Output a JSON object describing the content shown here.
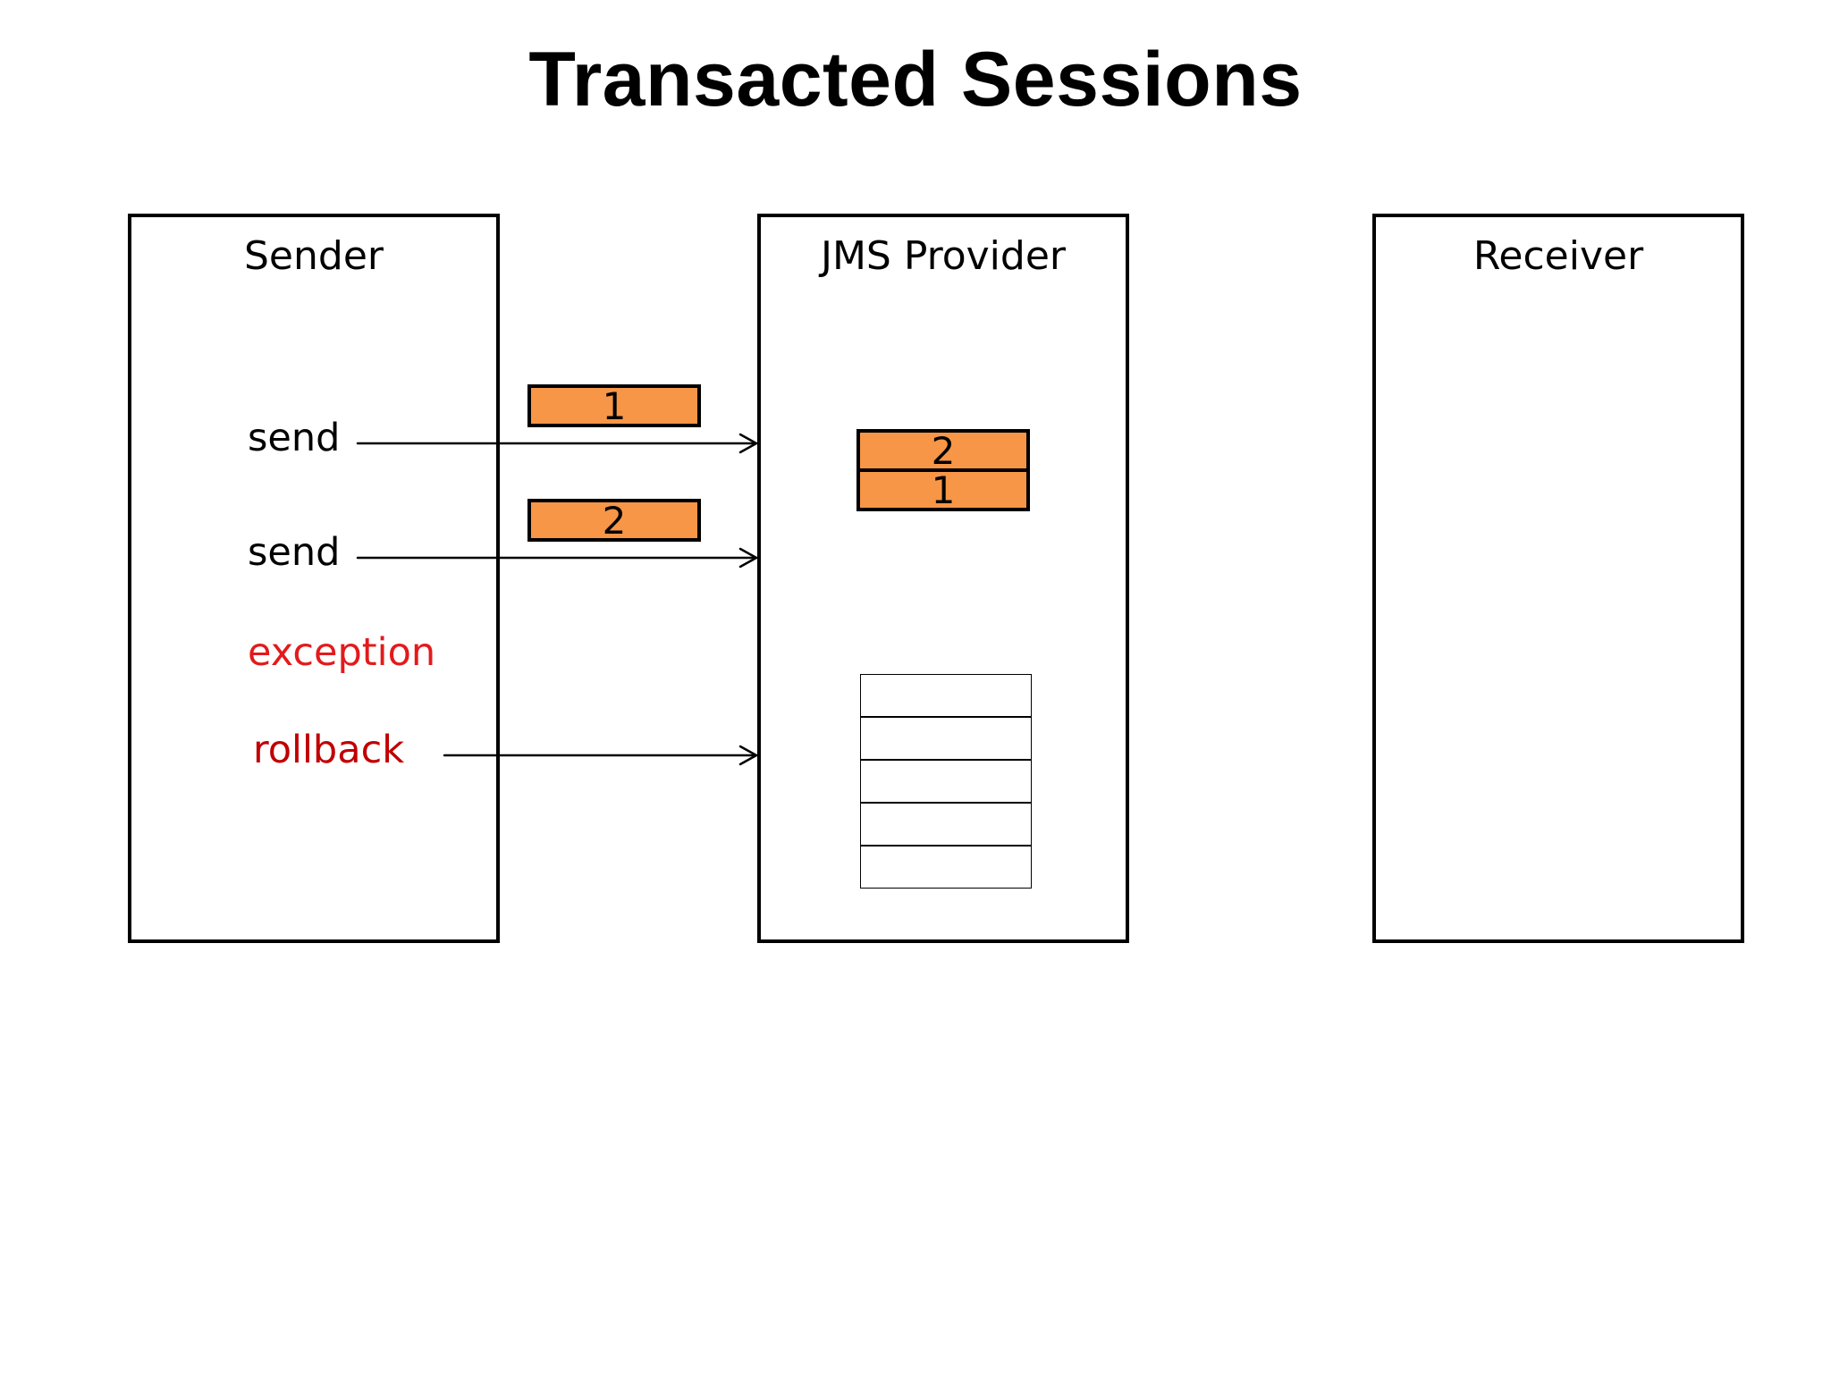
{
  "title": "Transacted Sessions",
  "sender": {
    "label": "Sender",
    "send_1": "send",
    "send_2": "send",
    "exception": "exception",
    "rollback": "rollback"
  },
  "provider": {
    "label": "JMS Provider",
    "stack": [
      "2",
      "1"
    ],
    "empty_slots": 5
  },
  "receiver": {
    "label": "Receiver"
  },
  "messages": {
    "msg_1": "1",
    "msg_2": "2"
  },
  "colors": {
    "message_fill": "#f79646",
    "exception_text": "#e31a1c",
    "rollback_text": "#c00000",
    "line": "#000000"
  }
}
